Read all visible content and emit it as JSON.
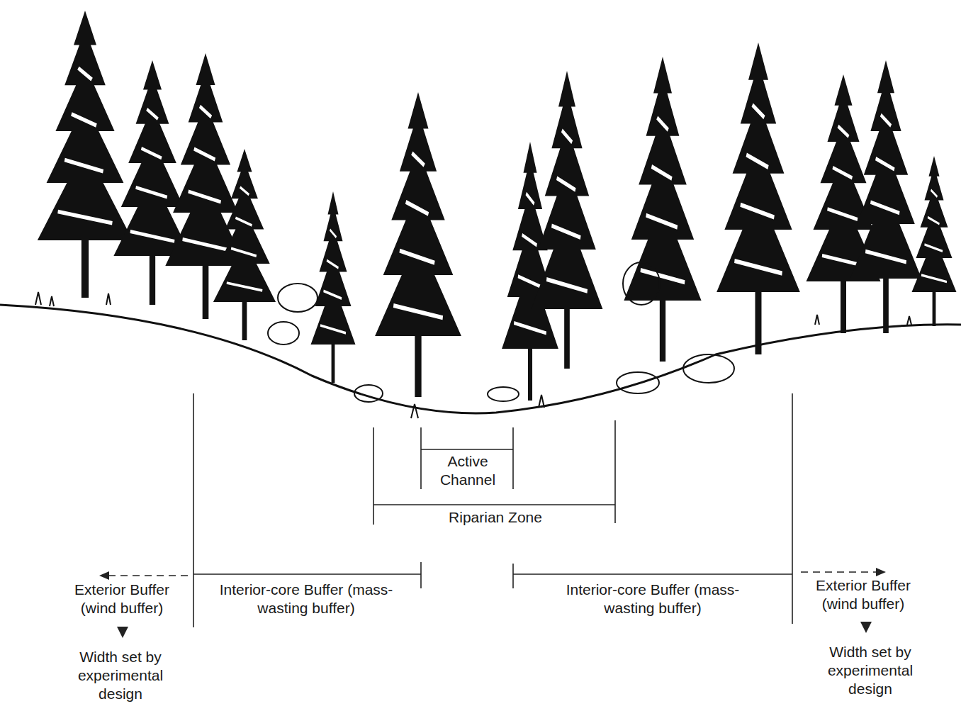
{
  "diagram": {
    "labels": [
      "Active Channel",
      "Riparian Zone",
      "Exterior Buffer (wind buffer)",
      "Interior-core Buffer (mass-wasting buffer)",
      "Interior-core Buffer (mass-wasting buffer)",
      "Exterior Buffer (wind buffer)",
      "Width set by experimental design",
      "Width set by experimental design"
    ]
  }
}
